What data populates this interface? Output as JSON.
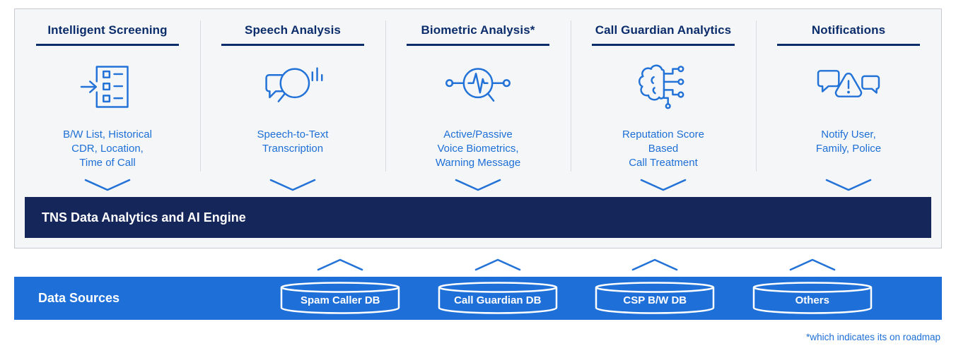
{
  "diagram": {
    "stages": [
      {
        "title": "Intelligent Screening",
        "icon": "screening-icon",
        "description": "B/W List, Historical\nCDR, Location,\nTime of Call"
      },
      {
        "title": "Speech Analysis",
        "icon": "speech-analysis-icon",
        "description": "Speech-to-Text\nTranscription"
      },
      {
        "title": "Biometric Analysis*",
        "icon": "biometric-icon",
        "description": "Active/Passive\nVoice Biometrics,\nWarning Message"
      },
      {
        "title": "Call Guardian Analytics",
        "icon": "brain-analytics-icon",
        "description": "Reputation Score\nBased\nCall Treatment"
      },
      {
        "title": "Notifications",
        "icon": "notifications-icon",
        "description": "Notify User,\nFamily, Police"
      }
    ],
    "engine_bar": {
      "label": "TNS Data Analytics and AI Engine"
    },
    "data_sources": {
      "label": "Data Sources",
      "databases": [
        "Spam Caller DB",
        "Call Guardian DB",
        "CSP B/W DB",
        "Others"
      ]
    },
    "footnote": "*which indicates its on roadmap"
  },
  "colors": {
    "header_navy": "#0c2d6b",
    "engine_bar_navy": "#15265b",
    "accent_blue": "#2272d7",
    "body_text_blue": "#1d6fd6",
    "data_bar_blue": "#1e6fd8",
    "panel_bg": "#f5f6f8",
    "panel_border": "#c7cbd1"
  }
}
